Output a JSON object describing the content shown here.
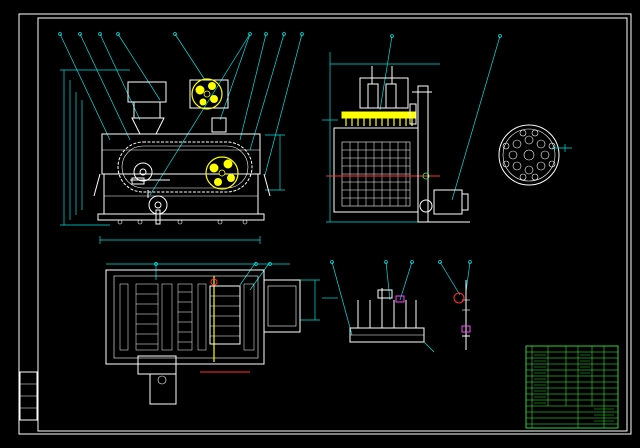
{
  "colors": {
    "background": "#000000",
    "frame": "#ffffff",
    "dimension": "#00e0e0",
    "highlight": "#ffff00",
    "centerline": "#ff3030",
    "accent": "#ff40ff",
    "table": "#40ff40"
  },
  "views": [
    "front-view",
    "side-view",
    "top-view",
    "detail-drum",
    "detail-needle-bar",
    "detail-rod"
  ],
  "title_block": {
    "rows": 14,
    "columns": 6
  }
}
